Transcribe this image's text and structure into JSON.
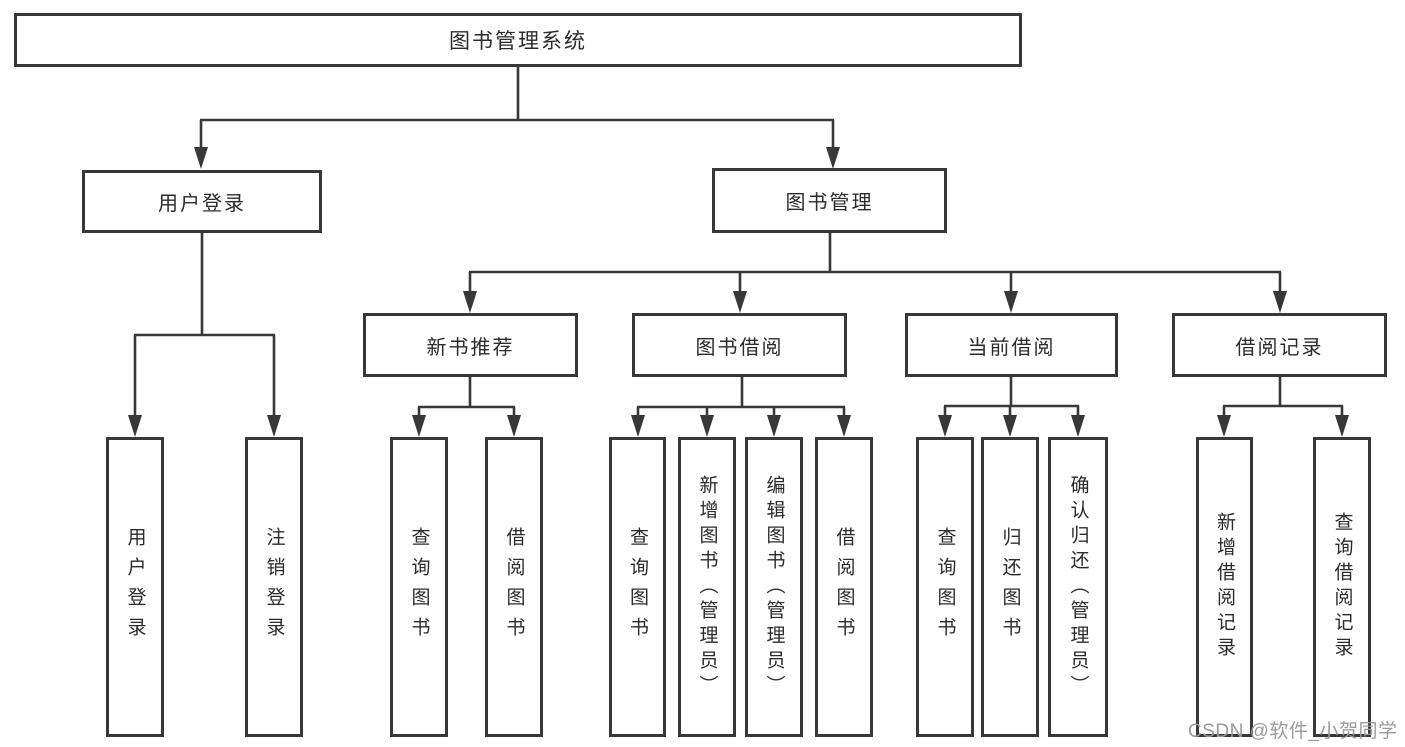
{
  "diagram": {
    "type": "hierarchy-tree",
    "title": "图书管理系统",
    "nodes": {
      "root": {
        "label": "图书管理系统"
      },
      "user_login": {
        "label": "用户登录",
        "parent": "图书管理系统"
      },
      "book_management": {
        "label": "图书管理",
        "parent": "图书管理系统"
      },
      "new_book_recommend": {
        "label": "新书推荐",
        "parent": "图书管理"
      },
      "book_borrow": {
        "label": "图书借阅",
        "parent": "图书管理"
      },
      "current_borrow": {
        "label": "当前借阅",
        "parent": "图书管理"
      },
      "borrow_records": {
        "label": "借阅记录",
        "parent": "图书管理"
      }
    },
    "leaves": [
      {
        "label": "用户登录",
        "parent": "用户登录"
      },
      {
        "label": "注销登录",
        "parent": "用户登录"
      },
      {
        "label": "查询图书",
        "parent": "新书推荐"
      },
      {
        "label": "借阅图书",
        "parent": "新书推荐"
      },
      {
        "label": "查询图书",
        "parent": "图书借阅"
      },
      {
        "label": "新增图书（管理员）",
        "parent": "图书借阅"
      },
      {
        "label": "编辑图书（管理员）",
        "parent": "图书借阅"
      },
      {
        "label": "借阅图书",
        "parent": "图书借阅"
      },
      {
        "label": "查询图书",
        "parent": "当前借阅"
      },
      {
        "label": "归还图书",
        "parent": "当前借阅"
      },
      {
        "label": "确认归还（管理员）",
        "parent": "当前借阅"
      },
      {
        "label": "新增借阅记录",
        "parent": "借阅记录"
      },
      {
        "label": "查询借阅记录",
        "parent": "借阅记录"
      }
    ]
  },
  "watermark": "CSDN @软件_小贺同学",
  "colors": {
    "stroke": "#383838",
    "text": "#2b2b2b",
    "watermark": "#9b9b9b",
    "background": "#ffffff"
  }
}
